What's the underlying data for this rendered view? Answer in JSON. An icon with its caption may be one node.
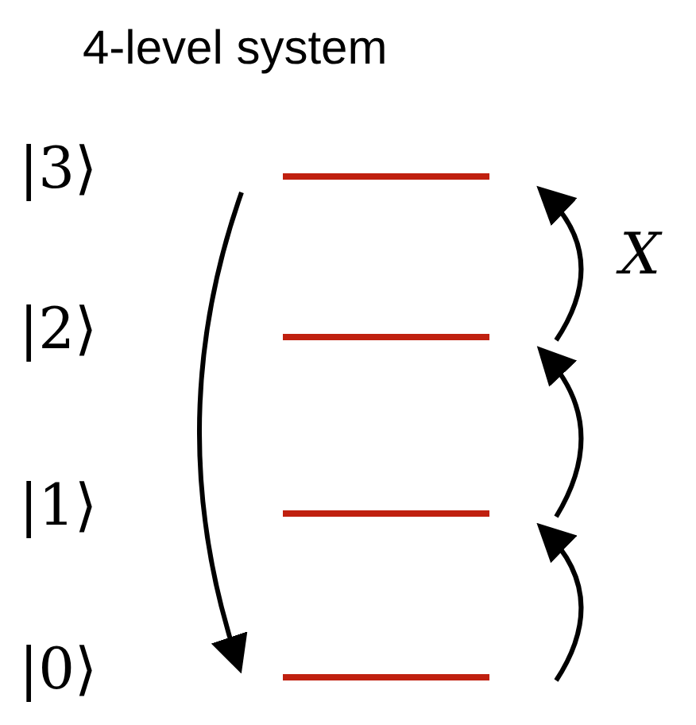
{
  "diagram": {
    "title": "4-level system",
    "nodes": [
      {
        "text": [],
        "shape": "bar",
        "beside": [
          "|3⟩"
        ]
      },
      {
        "text": [],
        "shape": "bar",
        "beside": [
          "|2⟩"
        ]
      },
      {
        "text": [],
        "shape": "bar",
        "beside": [
          "|1⟩"
        ]
      },
      {
        "text": [],
        "shape": "bar",
        "beside": [
          "|0⟩"
        ]
      }
    ],
    "edges": [
      {
        "from": 3,
        "to": 2,
        "arrow": "to"
      },
      {
        "from": 2,
        "to": 1,
        "arrow": "to"
      },
      {
        "from": 1,
        "to": 0,
        "arrow": "to",
        "label": "X"
      },
      {
        "from": 0,
        "to": 3,
        "arrow": "to"
      }
    ]
  }
}
